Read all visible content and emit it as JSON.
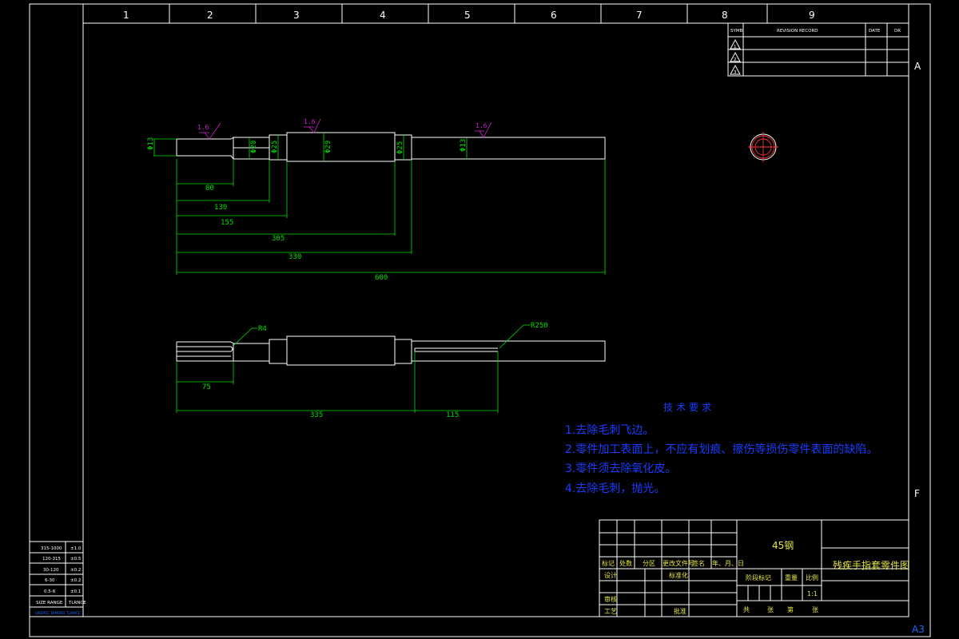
{
  "frame": {
    "col_numbers": [
      "1",
      "2",
      "3",
      "4",
      "5",
      "6",
      "7",
      "8",
      "9"
    ],
    "row_letters": [
      "A",
      "F"
    ],
    "sheet_size": "A3"
  },
  "revision": {
    "headers": [
      "SYMB",
      "REVISION RECORD",
      "DATE",
      "DR"
    ],
    "rows": [
      "1",
      "2",
      "3"
    ]
  },
  "roughness": [
    "1.6",
    "1.6",
    "1.6"
  ],
  "diameters": [
    "Φ13",
    "Φ20",
    "Φ25",
    "Φ29",
    "Φ25",
    "Φ13"
  ],
  "dims_top": [
    "80",
    "130",
    "155",
    "305",
    "330",
    "600"
  ],
  "dims_bottom": [
    "75",
    "335",
    "115"
  ],
  "radii": [
    "R4",
    "R250"
  ],
  "notes": {
    "title": "技术要求",
    "items": [
      "1.去除毛刺飞边。",
      "2.零件加工表面上，不应有划痕、擦伤等损伤零件表面的缺陷。",
      "3.零件须去除氧化皮。",
      "4.去除毛刺，抛光。"
    ]
  },
  "title_block": {
    "material": "45钢",
    "drawing_name": "残疾手指套零件图",
    "row_labels": [
      "标记",
      "处数",
      "分区",
      "更改文件号",
      "签名",
      "年、月、日"
    ],
    "design": "设计",
    "standardize": "标准化",
    "stage_mark": "阶段标记",
    "weight": "重量",
    "scale_label": "比例",
    "scale_value": "1:1",
    "review": "审核",
    "process": "工艺",
    "approve": "批准",
    "sheet_total": "共",
    "sheets": "张",
    "sheet_no": "第",
    "sheet": "张"
  },
  "size_table": {
    "rows": [
      [
        "315-1000",
        "±1.0"
      ],
      [
        "120-315",
        "±0.5"
      ],
      [
        "30-120",
        "±0.2"
      ],
      [
        "6-30",
        "±0.2"
      ],
      [
        "0.5-6",
        "±0.1"
      ]
    ],
    "header": [
      "SIZE RANGE",
      "TLRNCE"
    ],
    "footer": "UNSPEC DIMENS TLRNCE"
  }
}
